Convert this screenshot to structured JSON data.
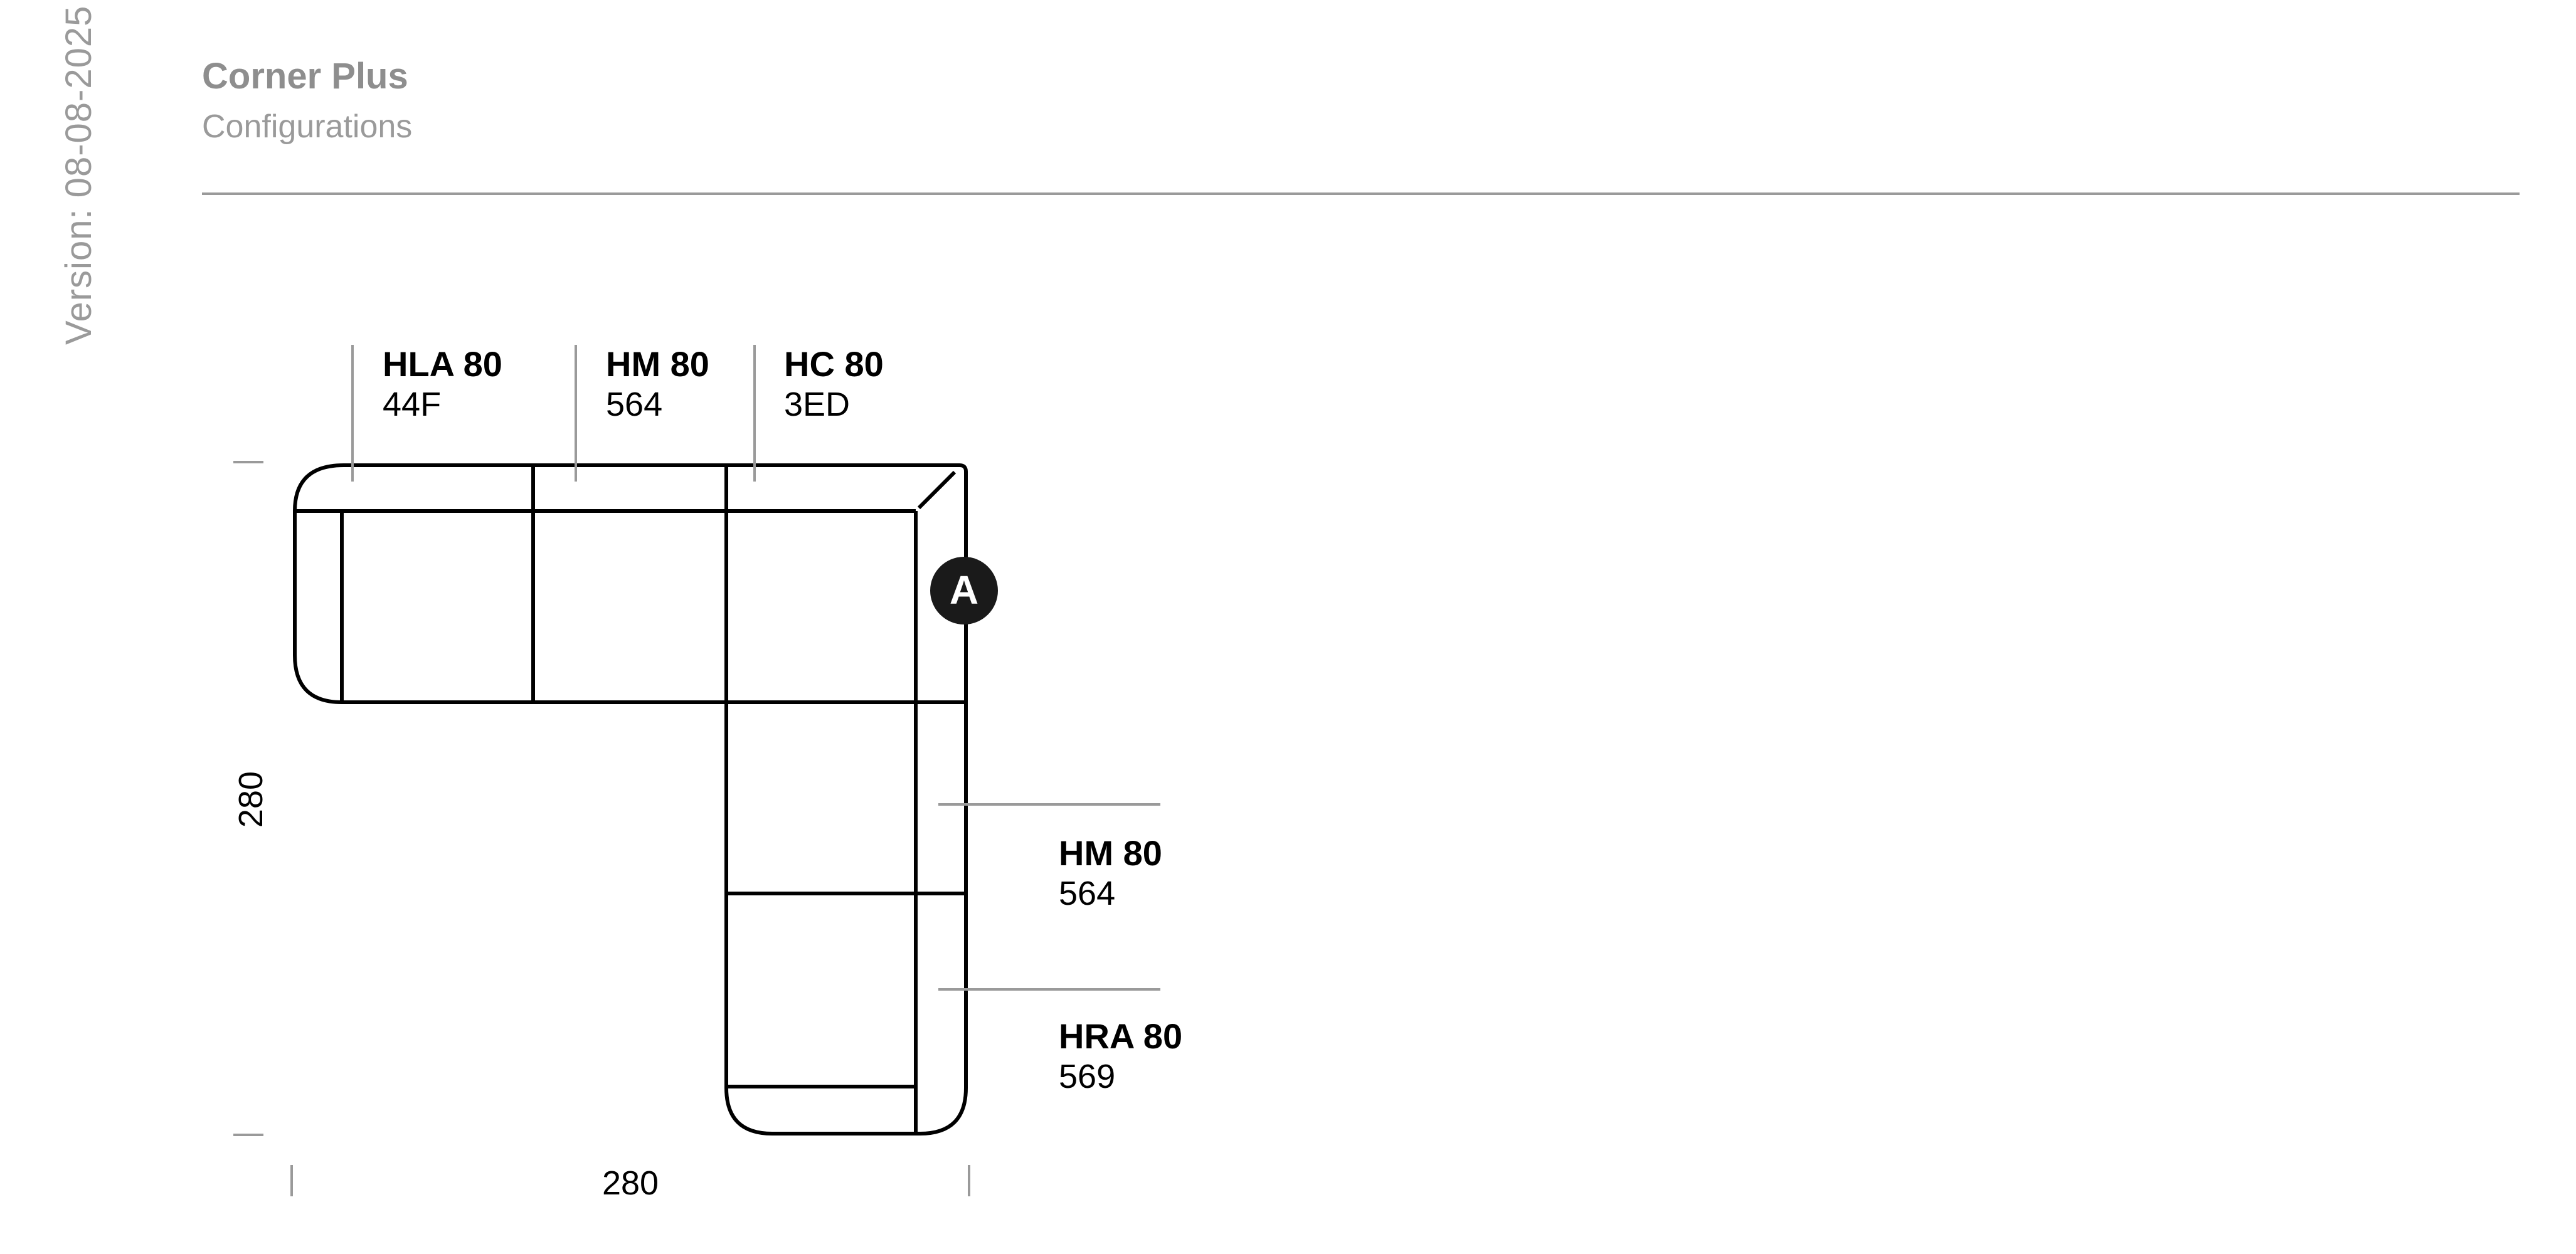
{
  "header": {
    "version": "Version: 08-08-2025",
    "title": "Corner Plus",
    "subtitle": "Configurations"
  },
  "modules": {
    "hla80": {
      "code": "HLA 80",
      "ref": "44F"
    },
    "hm80_top": {
      "code": "HM 80",
      "ref": "564"
    },
    "hc80": {
      "code": "HC 80",
      "ref": "3ED"
    },
    "hm80_right": {
      "code": "HM 80",
      "ref": "564"
    },
    "hra80": {
      "code": "HRA 80",
      "ref": "569"
    }
  },
  "dimensions": {
    "depth": "280",
    "width": "280"
  },
  "marker": {
    "label": "A",
    "color": "#1a1a1a"
  },
  "colors": {
    "outline": "#000000",
    "leader": "#9a9a9a",
    "header_text": "#8e8e8e"
  }
}
